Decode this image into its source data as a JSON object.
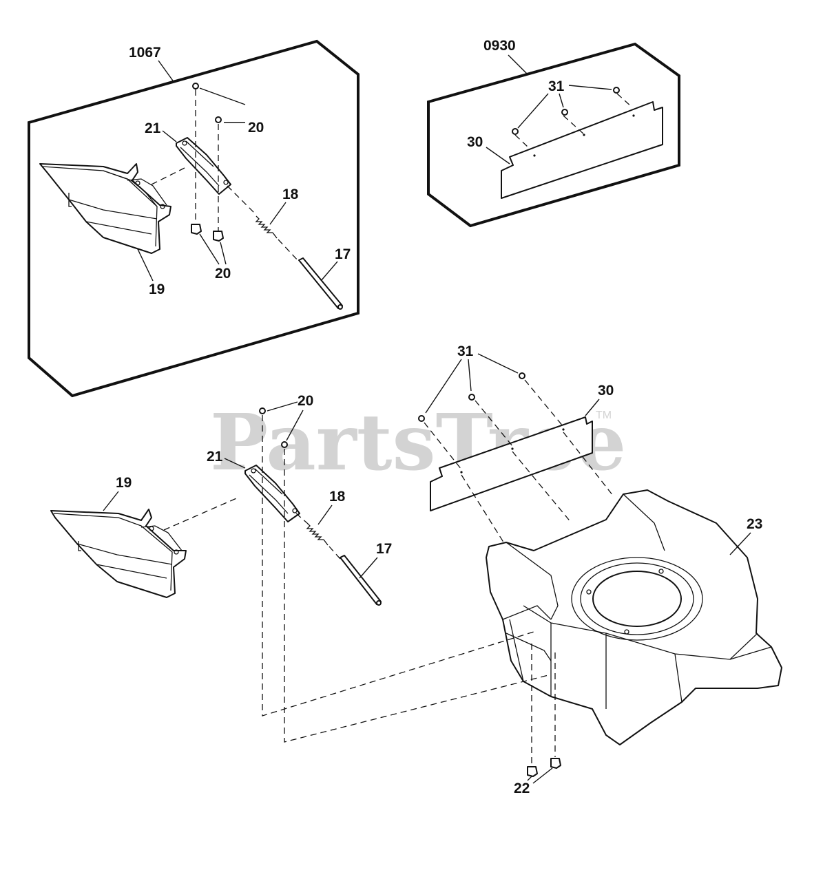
{
  "watermark": {
    "text": "PartsTree",
    "tm": "TM"
  },
  "kits": [
    {
      "id": "kit-1067",
      "number": "1067"
    },
    {
      "id": "kit-0930",
      "number": "0930"
    }
  ],
  "callouts": {
    "k1067_20a": "20",
    "k1067_21": "21",
    "k1067_18": "18",
    "k1067_20b": "20",
    "k1067_17": "17",
    "k1067_19": "19",
    "k0930_31": "31",
    "k0930_30": "30",
    "main_31": "31",
    "main_30": "30",
    "main_20": "20",
    "main_21": "21",
    "main_19": "19",
    "main_18": "18",
    "main_17": "17",
    "main_23": "23",
    "main_22": "22"
  }
}
